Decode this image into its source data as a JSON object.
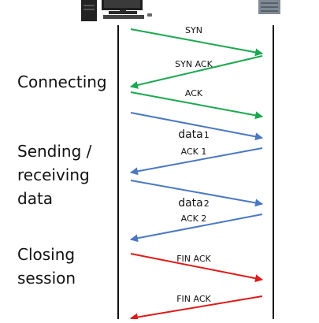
{
  "phases": [
    {
      "lines": [
        "Connecting"
      ]
    },
    {
      "lines": [
        "Sending /",
        "receiving",
        "data"
      ]
    },
    {
      "lines": [
        "Closing",
        "session"
      ]
    }
  ],
  "icons": {
    "client": "desktop-computer-icon",
    "server": "server-tower-icon"
  },
  "colors": {
    "green": "#1aa84f",
    "blue": "#4a78c2",
    "red": "#e01a1a",
    "lifeline": "#111111"
  },
  "messages": [
    {
      "name": "syn",
      "label": "SYN",
      "sub": "",
      "direction": "client-to-server",
      "color": "green"
    },
    {
      "name": "syn-ack",
      "label": "SYN ACK",
      "sub": "",
      "direction": "server-to-client",
      "color": "green"
    },
    {
      "name": "ack",
      "label": "ACK",
      "sub": "",
      "direction": "client-to-server",
      "color": "green"
    },
    {
      "name": "data-1",
      "label": "data",
      "sub": "1",
      "direction": "client-to-server",
      "color": "blue"
    },
    {
      "name": "ack-1",
      "label": "ACK 1",
      "sub": "",
      "direction": "server-to-client",
      "color": "blue"
    },
    {
      "name": "data-2",
      "label": "data",
      "sub": "2",
      "direction": "client-to-server",
      "color": "blue"
    },
    {
      "name": "ack-2",
      "label": "ACK 2",
      "sub": "",
      "direction": "server-to-client",
      "color": "blue"
    },
    {
      "name": "fin-ack-1",
      "label": "FIN ACK",
      "sub": "",
      "direction": "client-to-server",
      "color": "red"
    },
    {
      "name": "fin-ack-2",
      "label": "FIN ACK",
      "sub": "",
      "direction": "server-to-client",
      "color": "red"
    }
  ]
}
